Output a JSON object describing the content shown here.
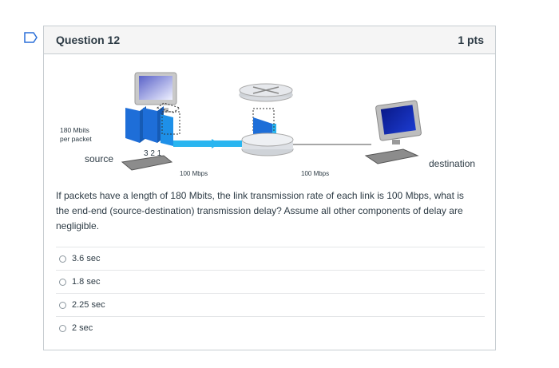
{
  "question": {
    "title": "Question 12",
    "points": "1 pts",
    "text": "If packets have a length of 180 Mbits, the link transmission rate of each link is 100 Mbps, what is the end-end (source-destination) transmission delay?  Assume all other components of delay are negligible."
  },
  "diagram": {
    "packet_size_line1": "180 Mbits",
    "packet_size_line2": "per packet",
    "packet_numbers": "3 2 1",
    "source_label": "source",
    "destination_label": "destination",
    "link1_rate": "100 Mbps",
    "link2_rate": "100 Mbps"
  },
  "answers": [
    {
      "label": "3.6 sec",
      "selected": false
    },
    {
      "label": "1.8 sec",
      "selected": false
    },
    {
      "label": "2.25 sec",
      "selected": false
    },
    {
      "label": "2 sec",
      "selected": false
    }
  ],
  "colors": {
    "accent_blue": "#2a6fd8",
    "packet_blue": "#1e90e8",
    "border": "#c7cdd1"
  }
}
